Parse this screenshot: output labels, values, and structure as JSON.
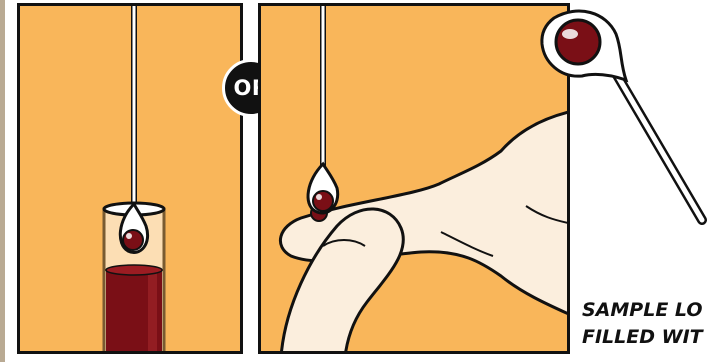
{
  "badge": {
    "label": "OR"
  },
  "caption": {
    "line1": "SAMPLE LO",
    "line2": "FILLED WIT"
  },
  "colors": {
    "panel_background": "#f9b65a",
    "blood": "#7a0f16",
    "glove": "#fbeedd",
    "outline": "#111111"
  },
  "icons": {
    "divider": "or-badge",
    "closeup": "loop-closeup-icon",
    "tube": "blood-tube-icon",
    "hand": "gloved-fingers-icon"
  }
}
